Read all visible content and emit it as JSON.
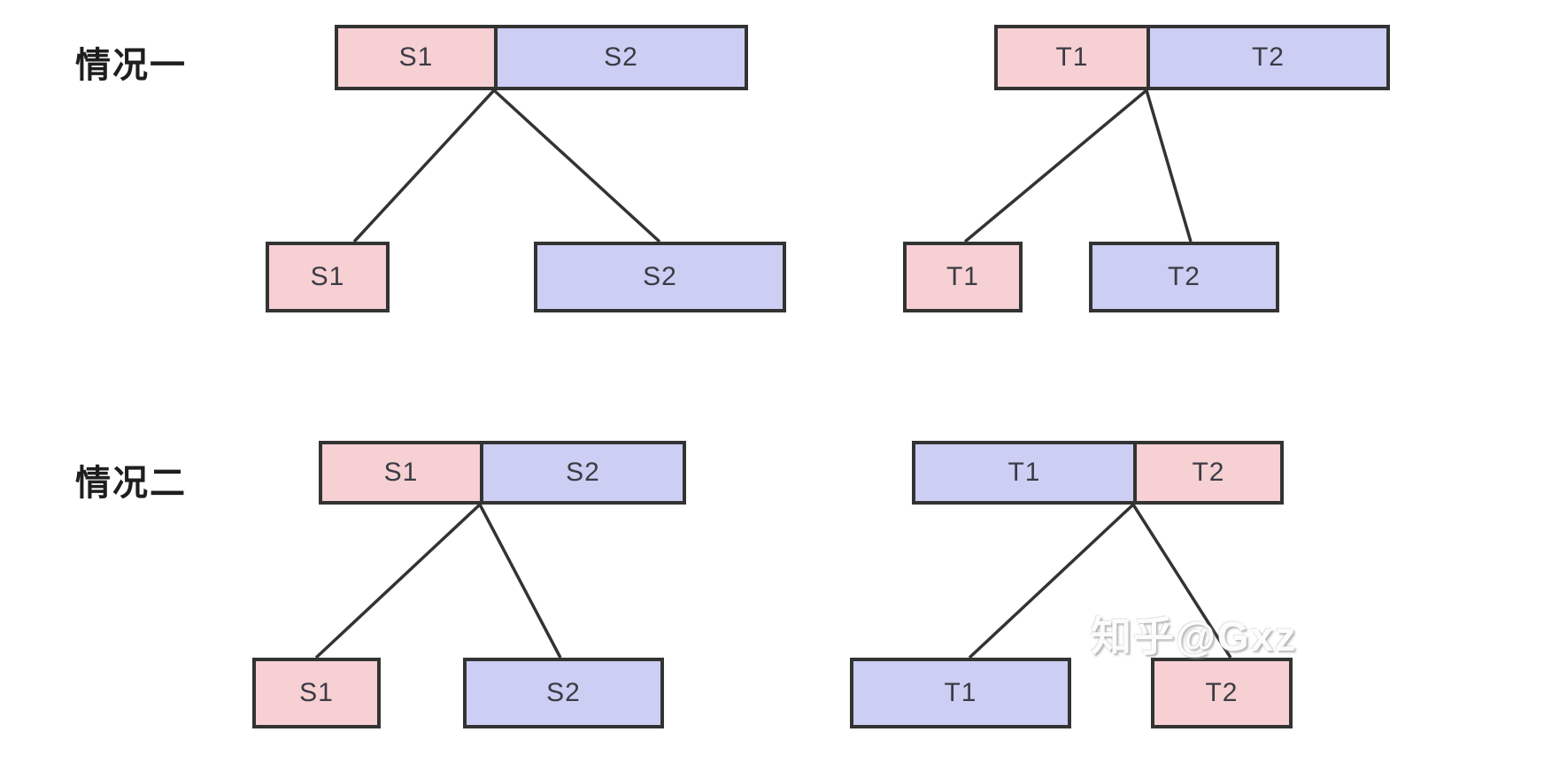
{
  "colors": {
    "pink": "#f6d0d2",
    "lavender": "#cdcef3",
    "border": "#333333",
    "text": "#3b3b45",
    "label": "#1e1e1e",
    "watermark": "#ffffff"
  },
  "watermark": {
    "text": "知乎@Gxz"
  },
  "cases": [
    {
      "label": "情况一",
      "trees": [
        {
          "name": "source",
          "bar": {
            "segments": [
              {
                "label": "S1",
                "color": "pink"
              },
              {
                "label": "S2",
                "color": "lavender"
              }
            ]
          },
          "children": [
            {
              "label": "S1",
              "color": "pink"
            },
            {
              "label": "S2",
              "color": "lavender"
            }
          ]
        },
        {
          "name": "target",
          "bar": {
            "segments": [
              {
                "label": "T1",
                "color": "pink"
              },
              {
                "label": "T2",
                "color": "lavender"
              }
            ]
          },
          "children": [
            {
              "label": "T1",
              "color": "pink"
            },
            {
              "label": "T2",
              "color": "lavender"
            }
          ]
        }
      ]
    },
    {
      "label": "情况二",
      "trees": [
        {
          "name": "source",
          "bar": {
            "segments": [
              {
                "label": "S1",
                "color": "pink"
              },
              {
                "label": "S2",
                "color": "lavender"
              }
            ]
          },
          "children": [
            {
              "label": "S1",
              "color": "pink"
            },
            {
              "label": "S2",
              "color": "lavender"
            }
          ]
        },
        {
          "name": "target",
          "bar": {
            "segments": [
              {
                "label": "T1",
                "color": "lavender"
              },
              {
                "label": "T2",
                "color": "pink"
              }
            ]
          },
          "children": [
            {
              "label": "T1",
              "color": "lavender"
            },
            {
              "label": "T2",
              "color": "pink"
            }
          ]
        }
      ]
    }
  ]
}
